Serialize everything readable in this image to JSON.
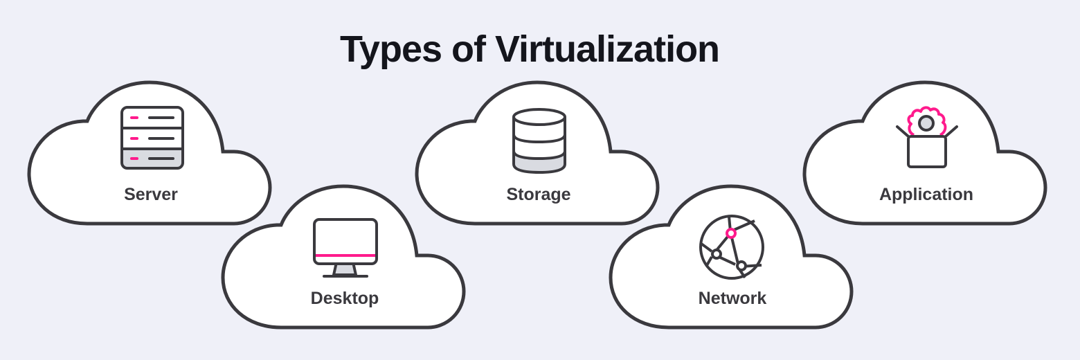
{
  "title": "Types of Virtualization",
  "colors": {
    "background": "#eff0f8",
    "outline": "#3a393e",
    "accent": "#ff1a8c",
    "fill_gray": "#d9dbe1",
    "cloud_fill": "#ffffff",
    "title": "#14151c"
  },
  "clouds": [
    {
      "label": "Server",
      "icon": "server-rack-icon"
    },
    {
      "label": "Desktop",
      "icon": "desktop-monitor-icon"
    },
    {
      "label": "Storage",
      "icon": "database-icon"
    },
    {
      "label": "Network",
      "icon": "network-globe-icon"
    },
    {
      "label": "Application",
      "icon": "application-box-gear-icon"
    }
  ]
}
